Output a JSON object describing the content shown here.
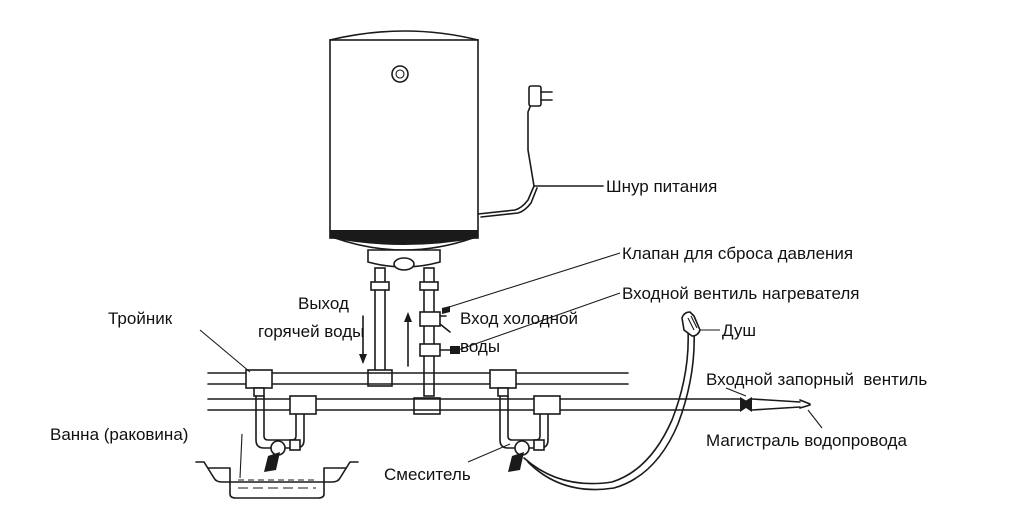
{
  "labels": {
    "power_cord": "Шнур питания",
    "relief_valve": "Клапан для сброса давления",
    "heater_inlet_valve": "Входной вентиль нагревателя",
    "cold_inlet_line1": "Вход холодной",
    "cold_inlet_line2": "воды",
    "hot_outlet_line1": "Выход",
    "hot_outlet_line2": "горячей воды",
    "tee": "Тройник",
    "shower": "Душ",
    "shutoff_valve": "Входной запорный  вентиль",
    "bath": "Ванна (раковина)",
    "mixer": "Смеситель",
    "main_supply": "Магистраль водопровода"
  },
  "colors": {
    "line": "#1a1a1a",
    "background": "#ffffff"
  }
}
